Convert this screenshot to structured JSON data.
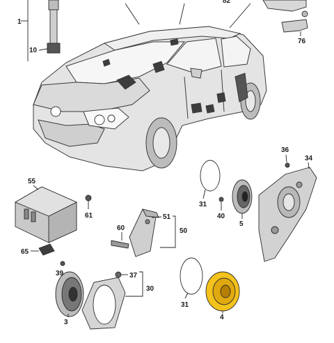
{
  "diagram": {
    "labels": {
      "top_82": "82",
      "l1": "1",
      "l10": "10",
      "l76": "76",
      "l55": "55",
      "l61": "61",
      "l65": "65",
      "l60": "60",
      "l51": "51",
      "l50": "50",
      "l39": "39",
      "l37": "37",
      "l30": "30",
      "l3": "3",
      "l31a": "31",
      "l40": "40",
      "l5": "5",
      "l36": "36",
      "l34": "34",
      "l31b": "31",
      "l4": "4"
    },
    "colors": {
      "highlight_speaker": "#f3c21b",
      "part_fill": "#d9d9d9",
      "car_fill": "#e6e6e6",
      "dark_part": "#4a4a4a"
    }
  }
}
